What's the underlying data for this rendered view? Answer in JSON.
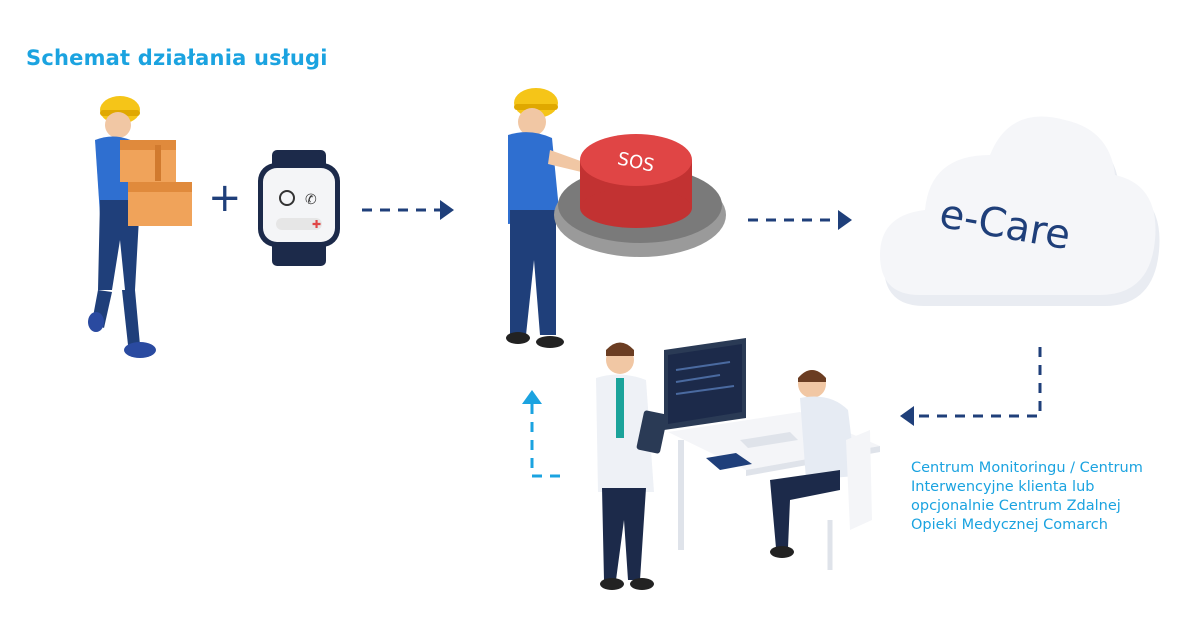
{
  "title": "Schemat działania usługi",
  "plus": "+",
  "sos_label": "SOS",
  "cloud_label": "e-Care",
  "caption_lines": [
    "Centrum Monitoringu / Centrum",
    "Interwencyjne klienta lub",
    "opcjonalnie Centrum Zdalnej",
    "Opieki Medycznej Comarch"
  ],
  "colors": {
    "accent": "#1ba3e0",
    "navy": "#1f3f7a",
    "sos_red": "#e04545",
    "helmet": "#f5c518"
  }
}
